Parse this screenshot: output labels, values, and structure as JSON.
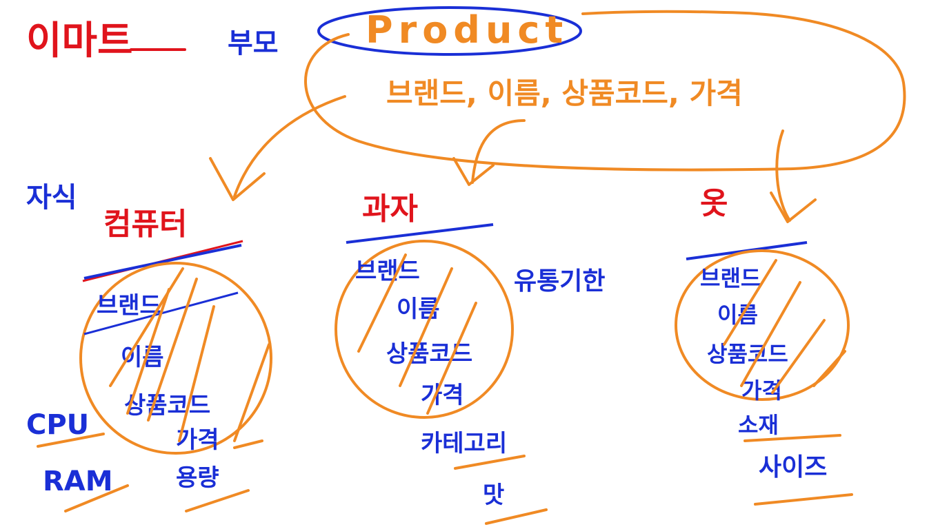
{
  "colors": {
    "red": "#e0141c",
    "blue": "#1a2fd6",
    "orange": "#f08a24",
    "background": "#ffffff"
  },
  "header": {
    "title": "이마트",
    "label": "부모",
    "parent_class": "Product",
    "parent_fields": "브랜드, 이름, 상품코드, 가격"
  },
  "side_labels": {
    "child_note": "자식",
    "snack_note": "유통기한"
  },
  "classes": [
    {
      "name": "컴퓨터",
      "inherited_fields": [
        "브랜드",
        "이름",
        "상품코드",
        "가격"
      ],
      "own_fields": [
        "용량"
      ],
      "extra_left_fields": [
        "CPU",
        "RAM"
      ]
    },
    {
      "name": "과자",
      "inherited_fields": [
        "브랜드",
        "이름",
        "상품코드",
        "가격"
      ],
      "own_fields": [
        "카테고리",
        "맛"
      ]
    },
    {
      "name": "옷",
      "inherited_fields": [
        "브랜드",
        "이름",
        "상품코드",
        "가격"
      ],
      "own_fields": [
        "소재",
        "사이즈"
      ]
    }
  ]
}
